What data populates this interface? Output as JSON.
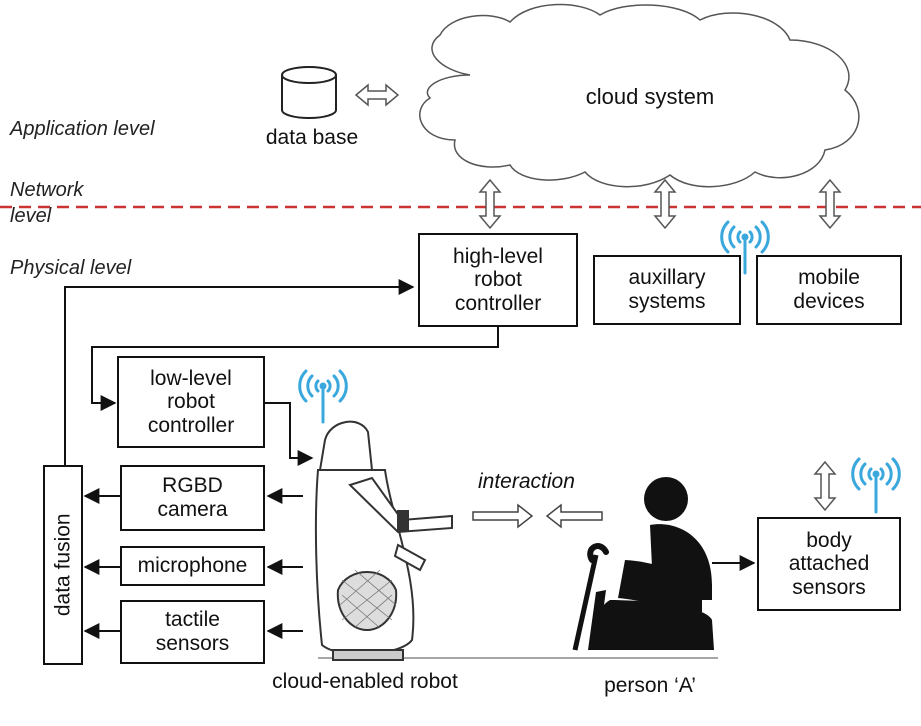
{
  "levels": {
    "application": "Application level",
    "network": "Network\nlevel",
    "physical": "Physical level"
  },
  "nodes": {
    "database": "data base",
    "cloud": "cloud system",
    "high_level_controller": "high-level robot controller",
    "auxiliary_systems": "auxillary systems",
    "mobile_devices": "mobile devices",
    "low_level_controller": "low-level robot controller",
    "rgbd_camera": "RGBD camera",
    "microphone": "microphone",
    "tactile_sensors": "tactile sensors",
    "data_fusion": "data fusion",
    "body_sensors": "body attached sensors",
    "robot": "cloud-enabled robot",
    "person": "person ‘A’"
  },
  "edge_labels": {
    "interaction": "interaction"
  },
  "colors": {
    "network_line": "#cc3333",
    "wireless": "#3aa8dd",
    "stroke": "#111111"
  },
  "icons": [
    "database-cylinder-icon",
    "cloud-shape-icon",
    "wireless-signal-icon",
    "robot-figure-icon",
    "seated-person-icon"
  ]
}
